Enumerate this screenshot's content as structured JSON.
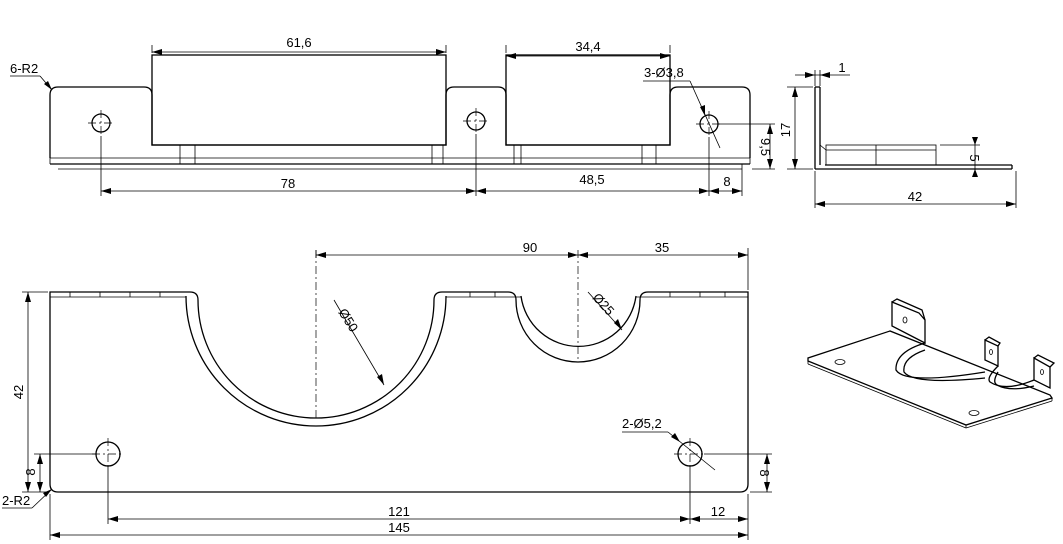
{
  "drawing": {
    "front_view": {
      "corner_radius_note": "6-R2",
      "dim_top_left_width": "61,6",
      "dim_top_mid_width": "34,4",
      "hole_note": "3-Ø3,8",
      "dim_hole1_to_hole2": "78",
      "dim_hole2_to_hole3": "48,5",
      "dim_hole3_to_edge": "8",
      "dim_hole_height": "9,5",
      "dim_total_height": "17"
    },
    "side_view": {
      "dim_thickness": "1",
      "dim_depth": "42",
      "dim_flange": "5"
    },
    "top_view": {
      "dim_center_spacing": "90",
      "dim_right_offset": "35",
      "big_cutout_diameter": "Ø50",
      "small_cutout_diameter": "Ø25",
      "mount_hole_note": "2-Ø5,2",
      "dim_hole_spacing": "121",
      "dim_total_length": "145",
      "dim_right_edge": "12",
      "dim_width": "42",
      "dim_hole_offset_left": "8",
      "dim_hole_offset_right": "8",
      "corner_note": "2-R2"
    },
    "iso_view": {}
  }
}
